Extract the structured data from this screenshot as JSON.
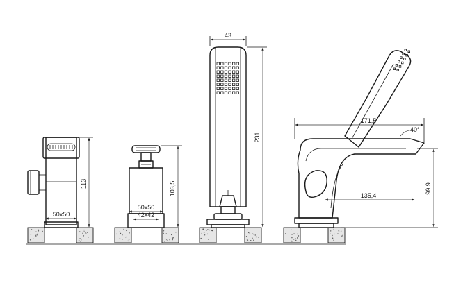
{
  "dimensions": {
    "valve_height": "113",
    "valve_base": "50x50",
    "diverter_height": "103,5",
    "diverter_base_outer": "50x50",
    "diverter_base_inner": "42x42",
    "handshower_width": "43",
    "handshower_height": "231",
    "spout_reach": "171,5",
    "spout_angle": "40°",
    "spout_inner_reach": "135,4",
    "spout_height": "99,9"
  }
}
